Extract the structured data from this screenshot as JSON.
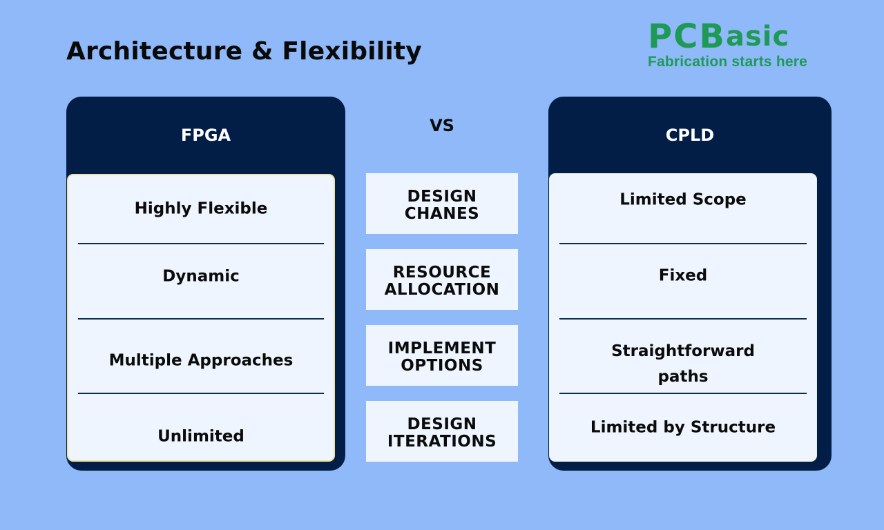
{
  "header": {
    "title": "Architecture & Flexibility"
  },
  "logo": {
    "mark_part1": "PCB",
    "mark_part2": "asic",
    "tagline": "Fabrication starts here",
    "color": "#1f9a56"
  },
  "comparison": {
    "vs_label": "VS",
    "left": {
      "title": "FPGA",
      "rows": [
        "Highly Flexible",
        "Dynamic",
        "Multiple Approaches",
        "Unlimited"
      ]
    },
    "right": {
      "title": "CPLD",
      "rows": [
        "Limited Scope",
        "Fixed",
        "Straightforward paths",
        "Limited by Structure"
      ]
    },
    "criteria": [
      {
        "line1": "DESIGN",
        "line2": "CHANES"
      },
      {
        "line1": "RESOURCE",
        "line2": "ALLOCATION"
      },
      {
        "line1": "IMPLEMENT",
        "line2": "OPTIONS"
      },
      {
        "line1": "DESIGN",
        "line2": "ITERATIONS"
      }
    ]
  },
  "colors": {
    "background": "#8fb9f9",
    "card_navy": "#021e47",
    "card_inner": "#eff5fe",
    "fpga_inner_border": "#efe2a2",
    "divider": "#0c2b4f"
  }
}
